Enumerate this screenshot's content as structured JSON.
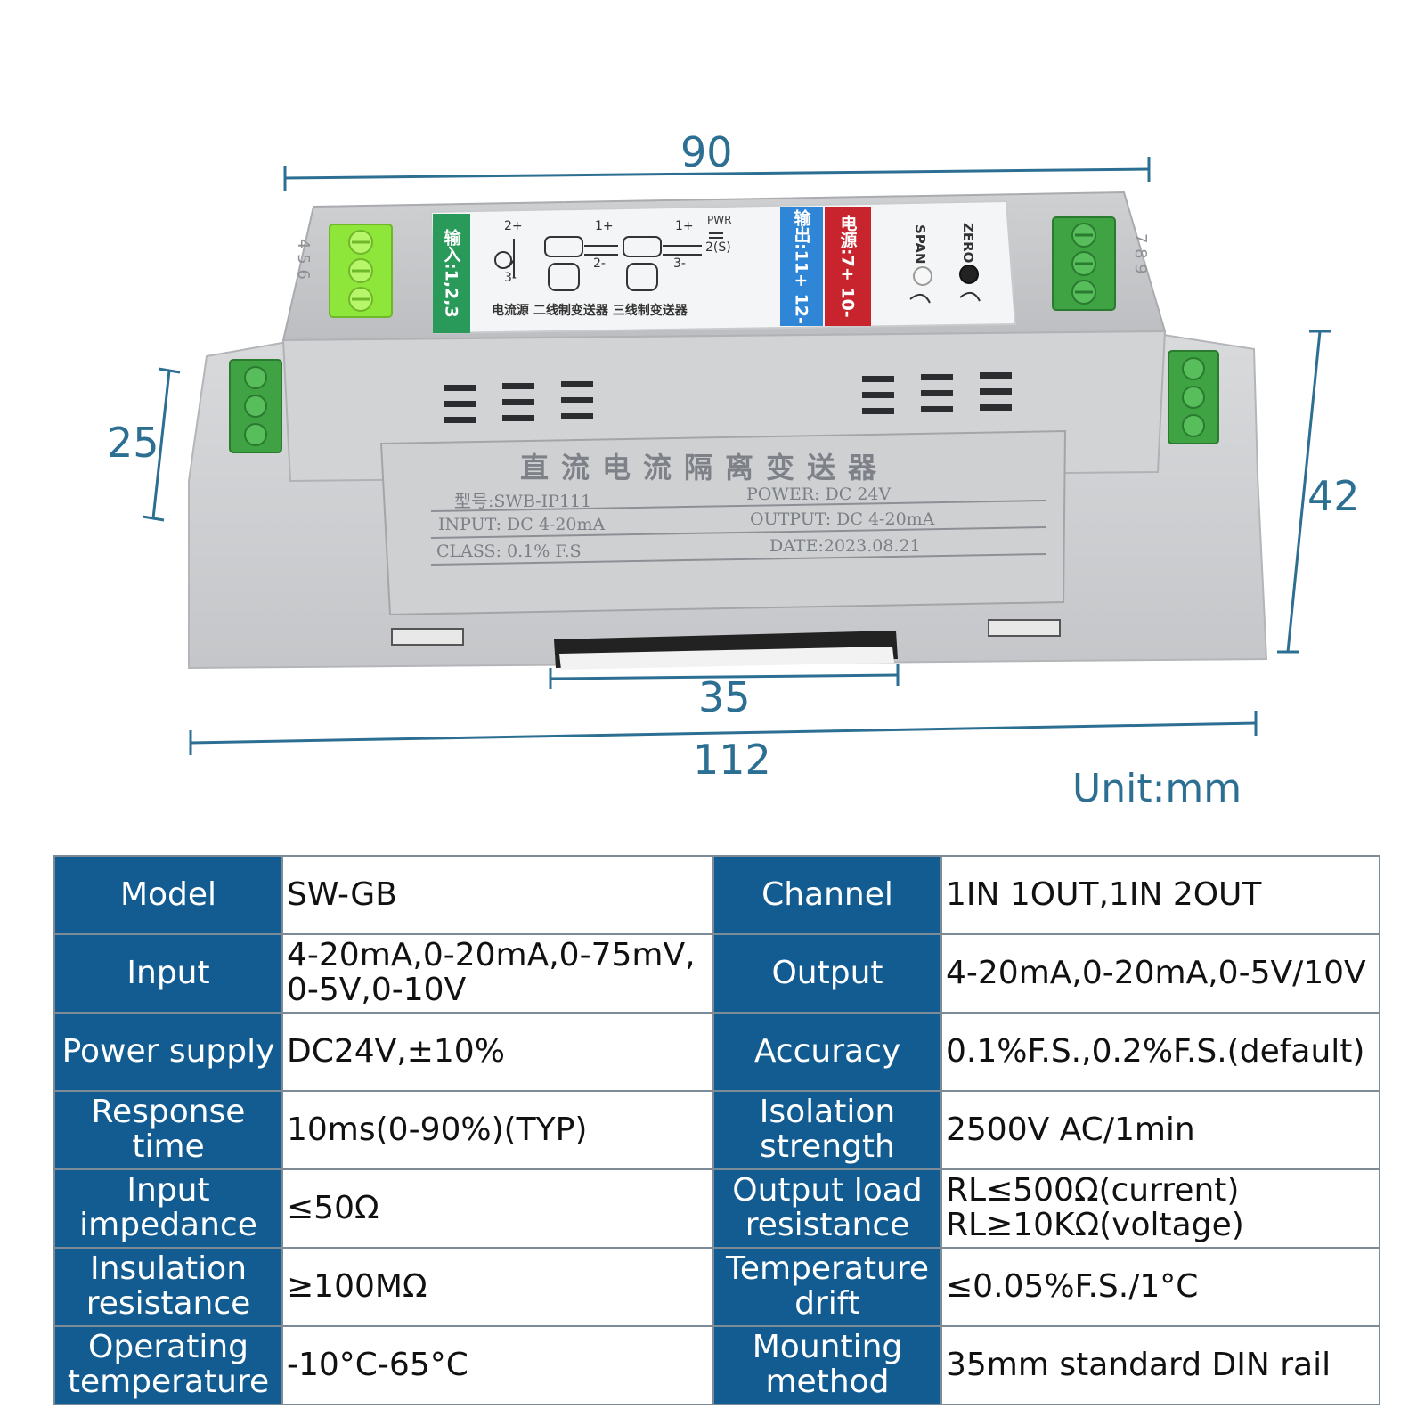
{
  "dimensions": {
    "top_width": "90",
    "left_height": "25",
    "right_height": "42",
    "rail_width": "35",
    "total_width": "112",
    "unit": "Unit:mm"
  },
  "device": {
    "title": "直流电流隔离变送器",
    "model": "型号:SWB-IP111",
    "power": "POWER: DC 24V",
    "input": "INPUT: DC 4-20mA",
    "output": "OUTPUT: DC 4-20mA",
    "class": "CLASS: 0.1% F.S",
    "date": "DATE:2023.08.21",
    "input_terminals": "输入:1,2,3",
    "output_terminals": "输出:11+ 12-",
    "power_terminals": "电源:7+ 10-",
    "schematic_caption": "电流源 二线制变送器 三线制变送器",
    "pwr": "PWR",
    "span": "SPAN",
    "zero": "ZERO",
    "t_2plus": "2+",
    "t_3minus": "3-",
    "t_1plus_a": "1+",
    "t_2minus": "2-",
    "t_1plus_b": "1+",
    "t_3minus_b": "3-",
    "t_2s": "2(S)",
    "left_numbers": "4 5 6",
    "right_numbers": "7 8 9"
  },
  "colors": {
    "dimension": "#2d6f93",
    "header_bg": "#125c92",
    "terminal_green": "#3fa243",
    "terminal_lime": "#8ee63a",
    "strip_green": "#2a9a5a",
    "strip_blue": "#2f86d6",
    "strip_red": "#c8242d"
  },
  "specs": [
    {
      "k1": "Model",
      "v1": "SW-GB",
      "k2": "Channel",
      "v2": "1IN 1OUT,1IN 2OUT"
    },
    {
      "k1": "Input",
      "v1": "4-20mA,0-20mA,0-75mV,\n0-5V,0-10V",
      "k2": "Output",
      "v2": "4-20mA,0-20mA,0-5V/10V"
    },
    {
      "k1": "Power supply",
      "v1": "DC24V,±10%",
      "k2": "Accuracy",
      "v2": "0.1%F.S.,0.2%F.S.(default)"
    },
    {
      "k1": "Response\ntime",
      "v1": "10ms(0-90%)(TYP)",
      "k2": "Isolation\nstrength",
      "v2": "2500V AC/1min"
    },
    {
      "k1": "Input\nimpedance",
      "v1": "≤50Ω",
      "k2": "Output load\nresistance",
      "v2": "RL≤500Ω(current)\nRL≥10KΩ(voltage)"
    },
    {
      "k1": "Insulation\nresistance",
      "v1": "≥100MΩ",
      "k2": "Temperature\ndrift",
      "v2": "≤0.05%F.S./1°C"
    },
    {
      "k1": "Operating\ntemperature",
      "v1": "-10°C-65°C",
      "k2": "Mounting\nmethod",
      "v2": "35mm standard DIN rail"
    }
  ]
}
